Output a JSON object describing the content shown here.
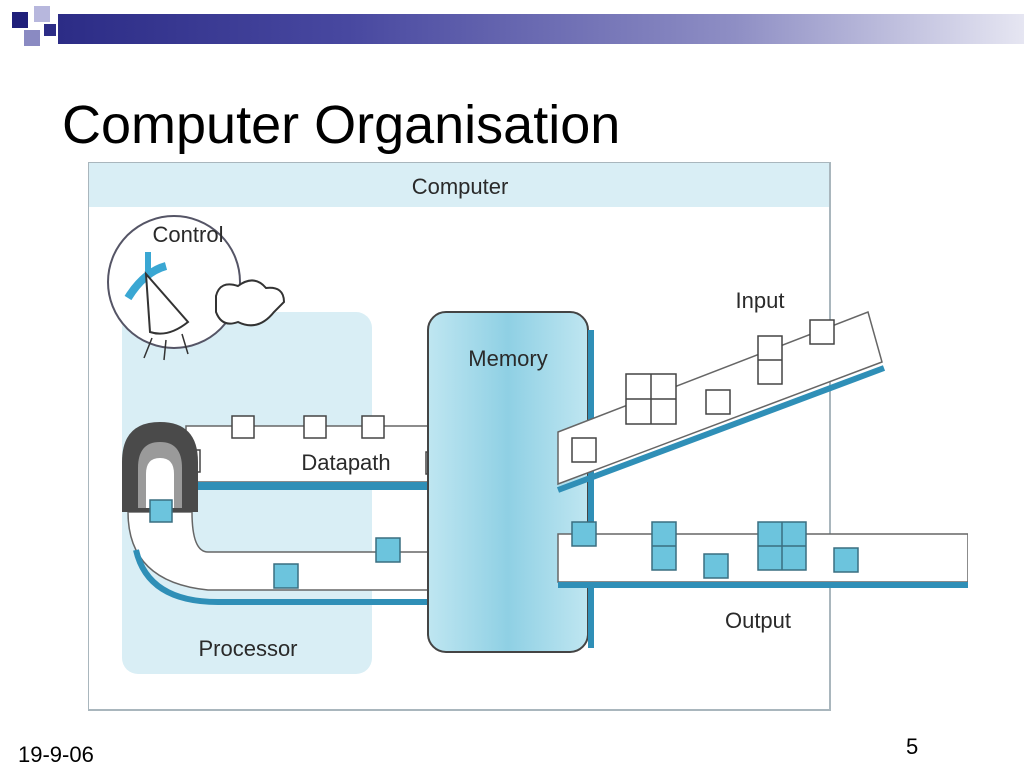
{
  "slide": {
    "title": "Computer Organisation",
    "date": "19-9-06",
    "page_number": "5"
  },
  "diagram": {
    "labels": {
      "computer": "Computer",
      "control": "Control",
      "memory": "Memory",
      "datapath": "Datapath",
      "processor": "Processor",
      "input": "Input",
      "output": "Output"
    },
    "colors": {
      "panel": "#d9eef5",
      "frame_border": "#a9b6bd",
      "memory": "#a8dceb",
      "data_square": "#6cc4dd",
      "dark_arch": "#4a4a4a",
      "title_bar_gradient_start": "#2c2c86",
      "title_bar_gradient_end": "#e6e6f2"
    }
  }
}
